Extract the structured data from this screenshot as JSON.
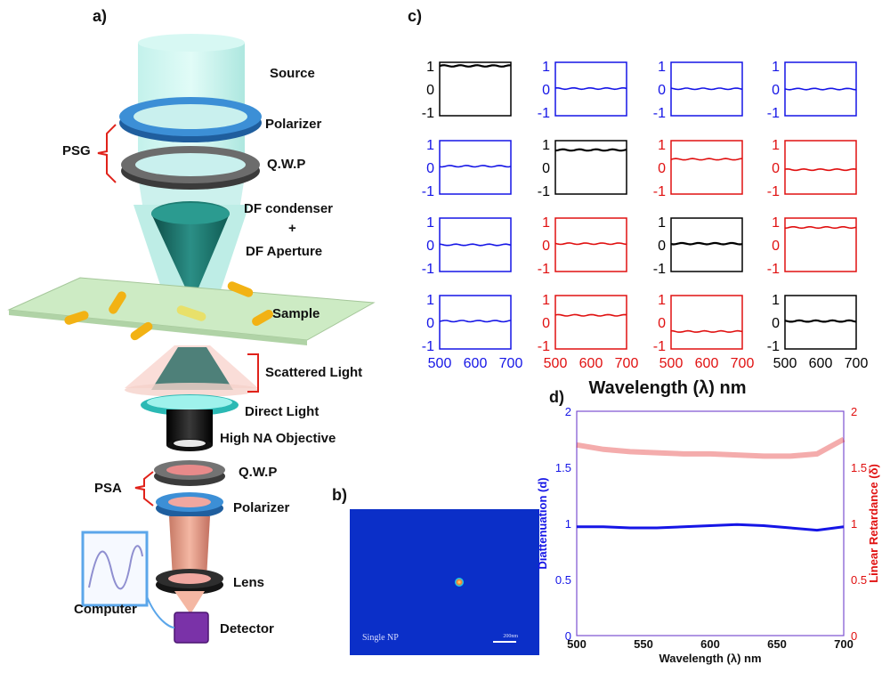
{
  "panels": {
    "a": "a)",
    "b": "b)",
    "c": "c)",
    "d": "d)"
  },
  "setup": {
    "source": "Source",
    "polarizer_top": "Polarizer",
    "psg": "PSG",
    "qwp_top": "Q.W.P",
    "df_condenser": "DF condenser",
    "plus": "+",
    "df_aperture": "DF Aperture",
    "sample": "Sample",
    "scattered_light": "Scattered Light",
    "direct_light": "Direct Light",
    "objective": "High NA Objective",
    "psa": "PSA",
    "qwp_bottom": "Q.W.P",
    "polarizer_bottom": "Polarizer",
    "lens": "Lens",
    "computer": "Computer",
    "detector": "Detector"
  },
  "image_b": {
    "caption": "Single NP",
    "scalebar": "200nm"
  },
  "colors": {
    "blue": "#1515e6",
    "red": "#e01010",
    "black": "#000000",
    "beam": "#8fe3d9"
  },
  "chart_data": [
    {
      "type": "line",
      "title": "",
      "xlabel": "Wavelength (λ) nm",
      "x_ticks": [
        "500",
        "600",
        "700"
      ],
      "y_ticks": [
        "1",
        "0",
        "-1"
      ],
      "xlim": [
        500,
        700
      ],
      "ylim": [
        -1,
        1
      ],
      "grid": "4x4",
      "cells": [
        {
          "row": 1,
          "col": 1,
          "color": "black",
          "value": 1.0
        },
        {
          "row": 1,
          "col": 2,
          "color": "blue",
          "value": 0.02
        },
        {
          "row": 1,
          "col": 3,
          "color": "blue",
          "value": 0.01
        },
        {
          "row": 1,
          "col": 4,
          "color": "blue",
          "value": 0.0
        },
        {
          "row": 2,
          "col": 1,
          "color": "blue",
          "value": 0.05
        },
        {
          "row": 2,
          "col": 2,
          "color": "black",
          "value": 0.75
        },
        {
          "row": 2,
          "col": 3,
          "color": "red",
          "value": 0.35
        },
        {
          "row": 2,
          "col": 4,
          "color": "red",
          "value": -0.1
        },
        {
          "row": 3,
          "col": 1,
          "color": "blue",
          "value": 0.0
        },
        {
          "row": 3,
          "col": 2,
          "color": "red",
          "value": 0.05
        },
        {
          "row": 3,
          "col": 3,
          "color": "black",
          "value": 0.05
        },
        {
          "row": 3,
          "col": 4,
          "color": "red",
          "value": 0.75
        },
        {
          "row": 4,
          "col": 1,
          "color": "blue",
          "value": 0.05
        },
        {
          "row": 4,
          "col": 2,
          "color": "red",
          "value": 0.3
        },
        {
          "row": 4,
          "col": 3,
          "color": "red",
          "value": -0.4
        },
        {
          "row": 4,
          "col": 4,
          "color": "black",
          "value": 0.05
        }
      ]
    },
    {
      "type": "line",
      "title": "",
      "xlabel": "Wavelength (λ) nm",
      "ylabel_left": "Diattenuation (d)",
      "ylabel_right": "Linear Retardance (δ)",
      "x_ticks": [
        "500",
        "550",
        "600",
        "650",
        "700"
      ],
      "y_ticks_left": [
        "0",
        "0.5",
        "1",
        "1.5",
        "2"
      ],
      "y_ticks_right": [
        "0",
        "0.5",
        "1",
        "1.5",
        "2"
      ],
      "xlim": [
        500,
        700
      ],
      "ylim": [
        0,
        2
      ],
      "x": [
        500,
        520,
        540,
        560,
        580,
        600,
        620,
        640,
        660,
        680,
        700
      ],
      "series": [
        {
          "axis": "left",
          "color": "blue",
          "values": [
            0.97,
            0.97,
            0.96,
            0.96,
            0.97,
            0.98,
            0.99,
            0.98,
            0.96,
            0.94,
            0.97
          ]
        },
        {
          "axis": "right",
          "color": "red",
          "values": [
            1.7,
            1.66,
            1.64,
            1.63,
            1.62,
            1.62,
            1.61,
            1.6,
            1.6,
            1.62,
            1.75
          ]
        }
      ]
    }
  ]
}
